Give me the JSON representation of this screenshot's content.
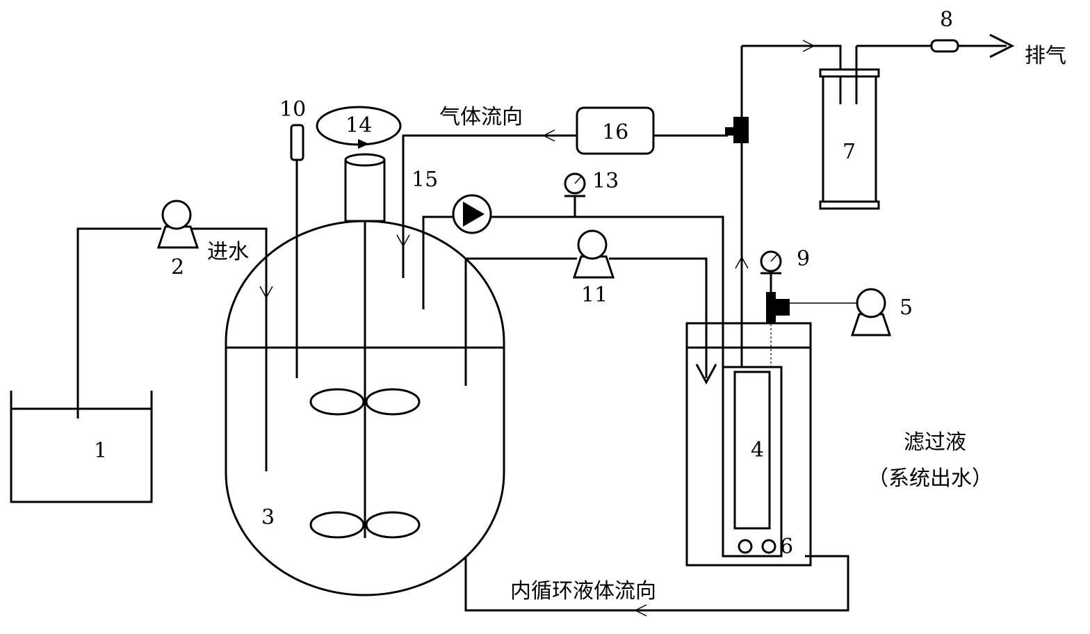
{
  "labels": {
    "n1": "1",
    "n2": "2",
    "n3": "3",
    "n4": "4",
    "n5": "5",
    "n6": "6",
    "n7": "7",
    "n8": "8",
    "n9": "9",
    "n10": "10",
    "n11": "11",
    "n13": "13",
    "n14": "14",
    "n15": "15",
    "n16": "16"
  },
  "text": {
    "inlet_water": "进水",
    "gas_flow": "气体流向",
    "exhaust": "排气",
    "filtrate": "滤过液",
    "system_effluent": "（系统出水）",
    "internal_circulation": "内循环液体流向"
  }
}
